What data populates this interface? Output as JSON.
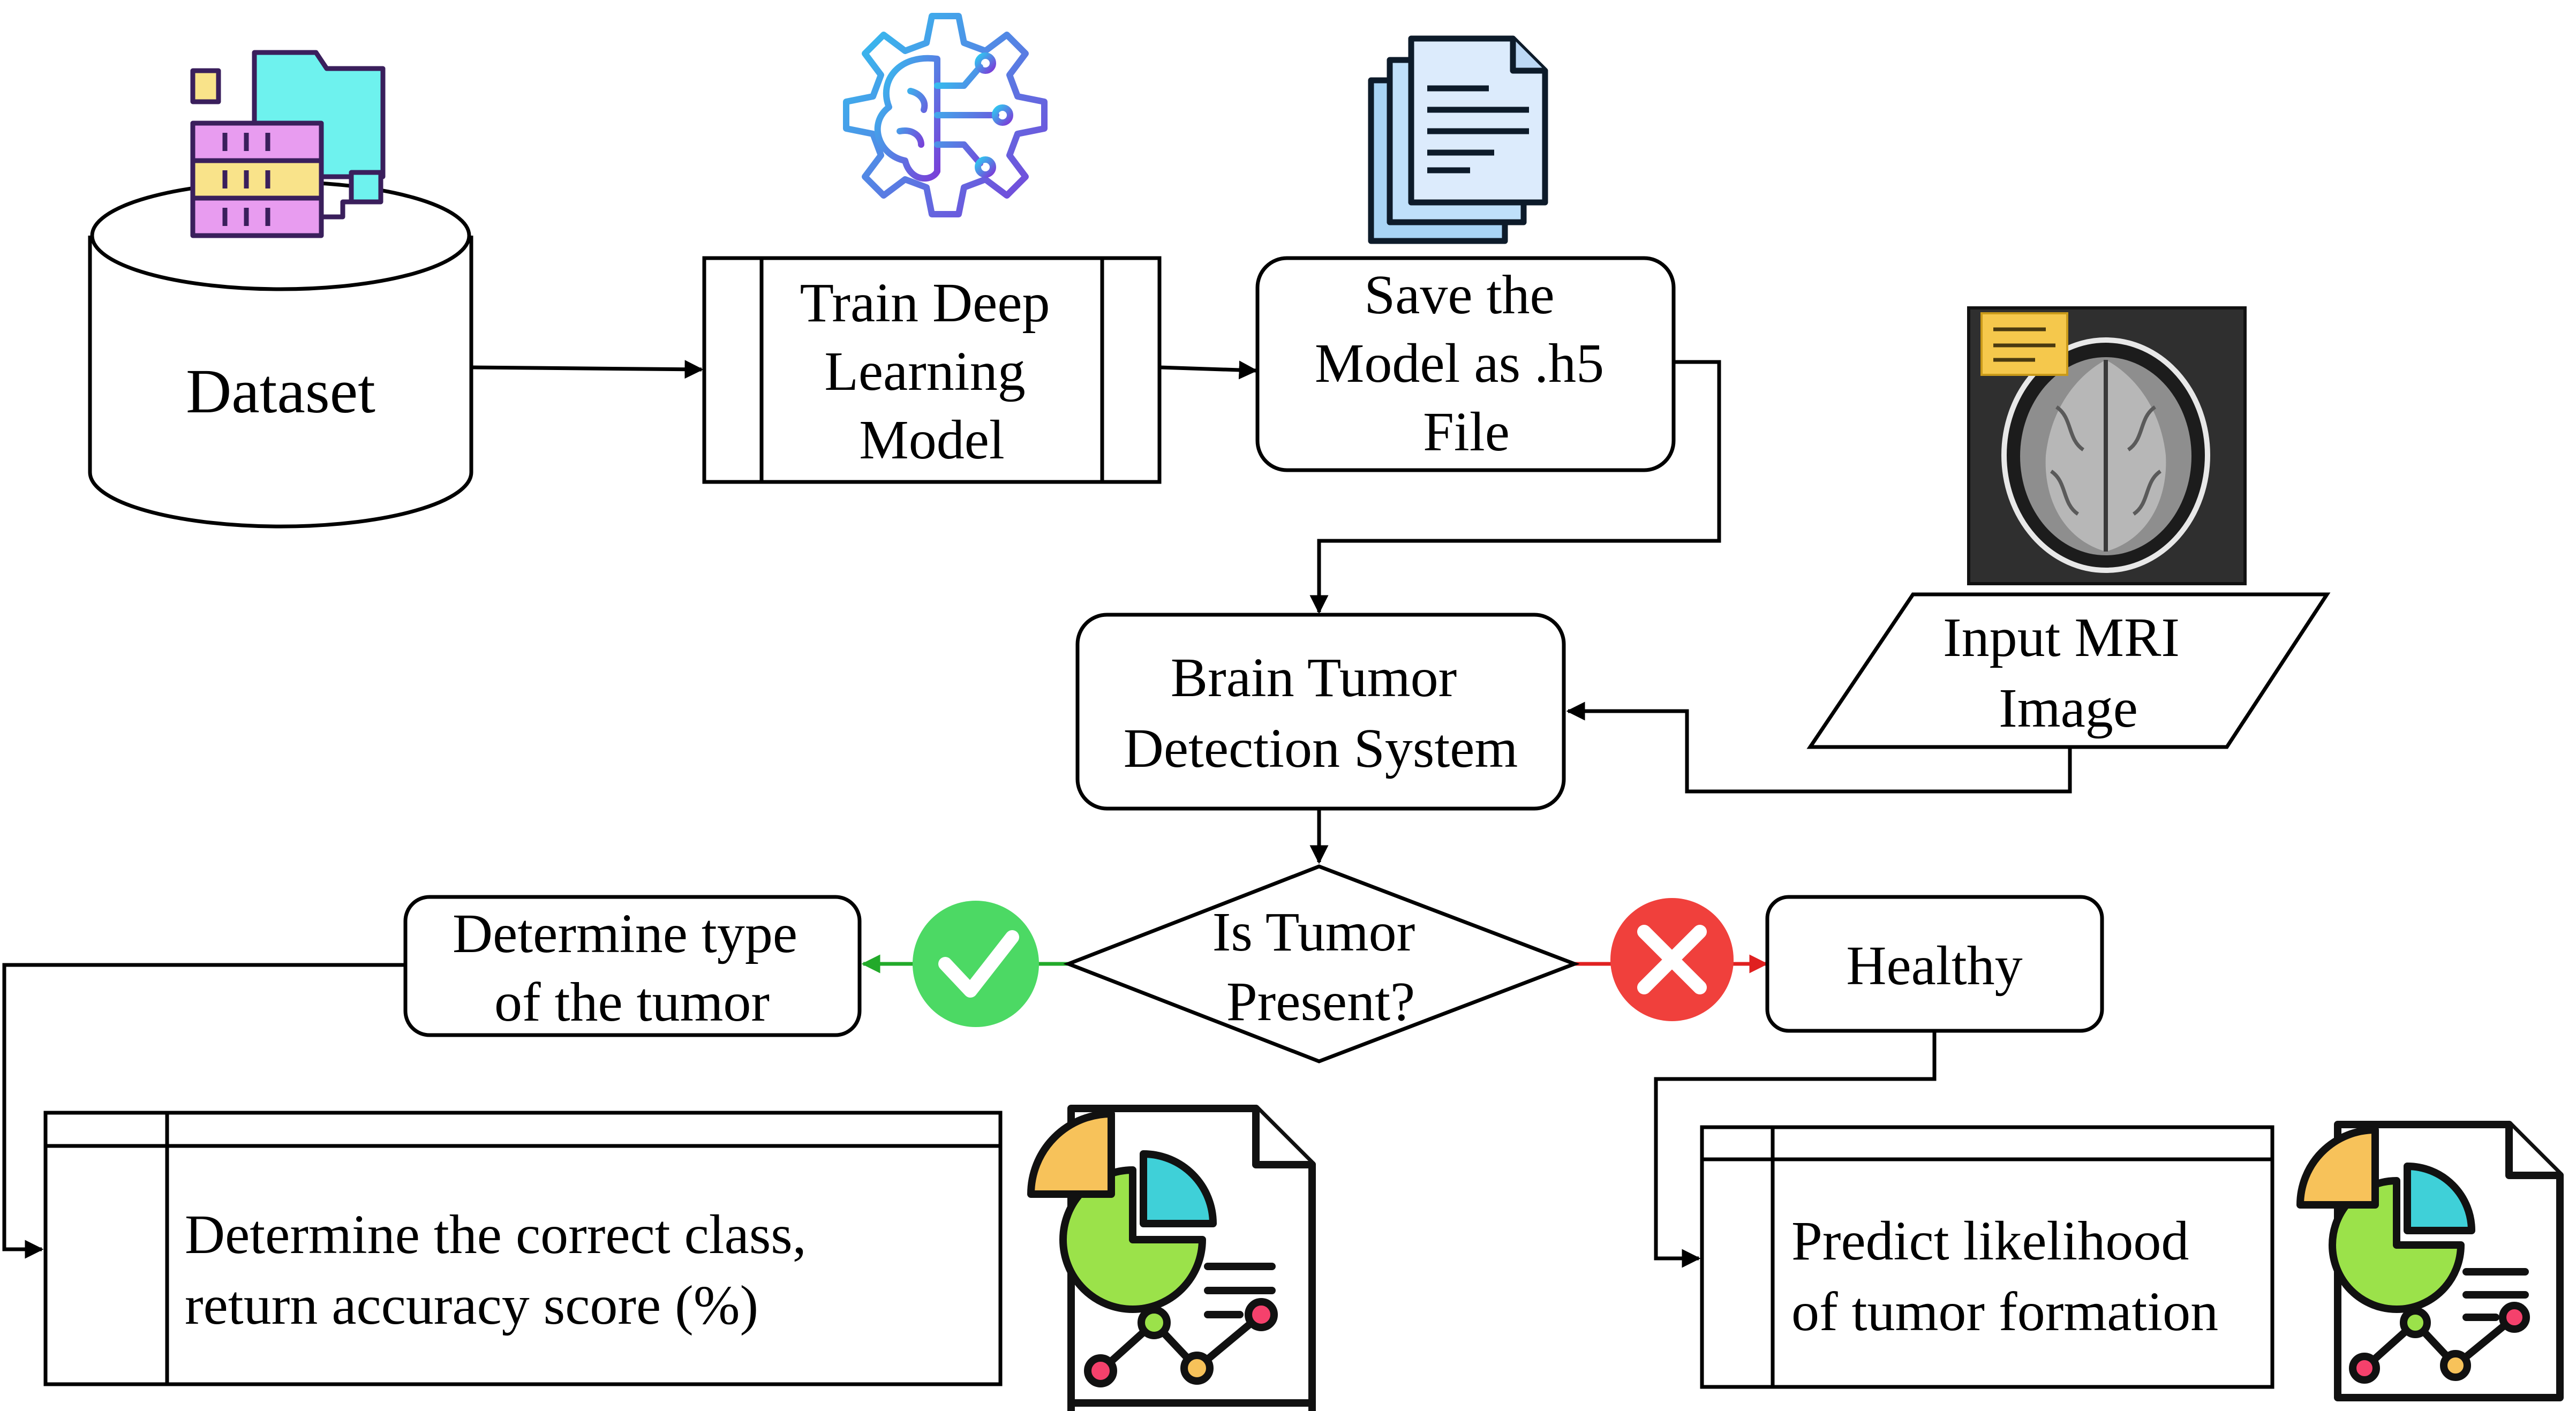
{
  "diagram": {
    "nodes": {
      "dataset": "Dataset",
      "train": [
        "Train Deep",
        "Learning",
        "Model"
      ],
      "save": [
        "Save the",
        "Model as .h5",
        "File"
      ],
      "system": [
        "Brain Tumor",
        "Detection System"
      ],
      "input_mri": [
        "Input MRI",
        "Image"
      ],
      "decision": [
        "Is Tumor",
        "Present?"
      ],
      "determine_type": [
        "Determine type",
        "of the tumor"
      ],
      "healthy": "Healthy",
      "correct_class": [
        "Determine the correct class,",
        "return accuracy score (%)"
      ],
      "predict": [
        "Predict likelihood",
        "of tumor formation"
      ]
    },
    "icons": {
      "dataset": "database-files-icon",
      "train": "brain-gear-icon",
      "save": "documents-stack-icon",
      "mri": "mri-scan-image",
      "yes": "check-circle-icon",
      "no": "cross-circle-icon",
      "report": "report-chart-icon"
    },
    "colors": {
      "yes": "#4cd964",
      "no": "#f0403c",
      "yes_arrow": "#22aa2a",
      "no_arrow": "#e02020"
    }
  }
}
